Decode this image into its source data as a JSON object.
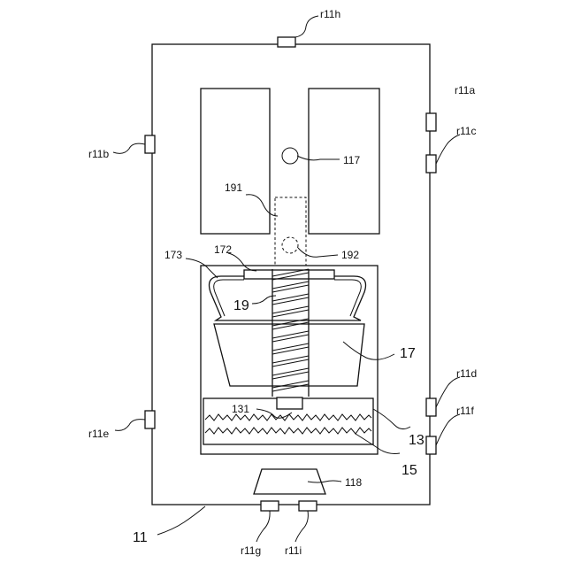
{
  "labels": {
    "r11h": "r11h",
    "r11a": "r11a",
    "r11b": "r11b",
    "r11c": "r11c",
    "l117": "117",
    "l191": "191",
    "l192": "192",
    "l172": "172",
    "l173": "173",
    "l19": "19",
    "l17": "17",
    "r11d": "r11d",
    "l131": "131",
    "r11f": "r11f",
    "r11e": "r11e",
    "l13": "13",
    "l15": "15",
    "l118": "118",
    "l11": "11",
    "r11g": "r11g",
    "r11i": "r11i"
  }
}
